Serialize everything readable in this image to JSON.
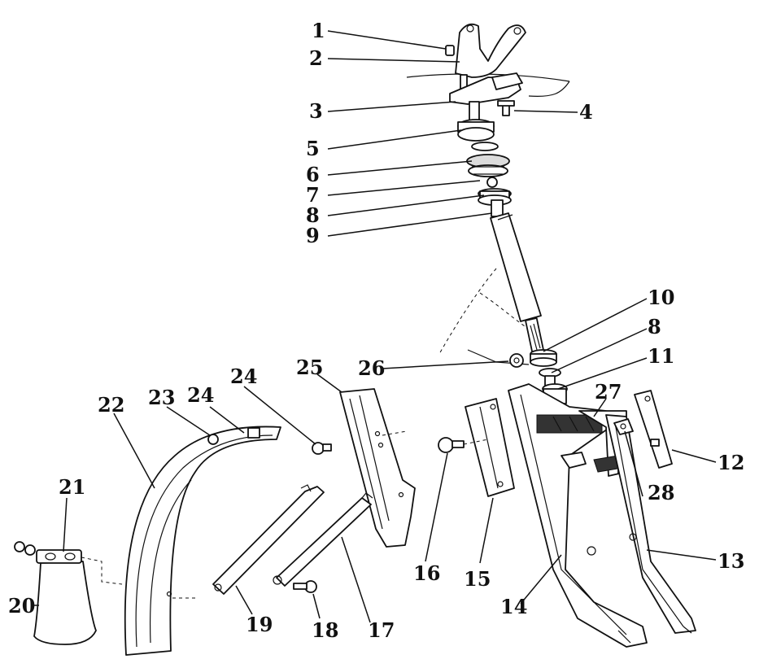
{
  "diagram": {
    "callouts": [
      {
        "id": "c1",
        "text": "1"
      },
      {
        "id": "c2",
        "text": "2"
      },
      {
        "id": "c3",
        "text": "3"
      },
      {
        "id": "c4",
        "text": "4"
      },
      {
        "id": "c5",
        "text": "5"
      },
      {
        "id": "c6",
        "text": "6"
      },
      {
        "id": "c7",
        "text": "7"
      },
      {
        "id": "c8a",
        "text": "8"
      },
      {
        "id": "c9",
        "text": "9"
      },
      {
        "id": "c10",
        "text": "10"
      },
      {
        "id": "c8b",
        "text": "8"
      },
      {
        "id": "c11",
        "text": "11"
      },
      {
        "id": "c12",
        "text": "12"
      },
      {
        "id": "c13",
        "text": "13"
      },
      {
        "id": "c14",
        "text": "14"
      },
      {
        "id": "c15",
        "text": "15"
      },
      {
        "id": "c16",
        "text": "16"
      },
      {
        "id": "c17",
        "text": "17"
      },
      {
        "id": "c18",
        "text": "18"
      },
      {
        "id": "c19",
        "text": "19"
      },
      {
        "id": "c20",
        "text": "20"
      },
      {
        "id": "c21",
        "text": "21"
      },
      {
        "id": "c22",
        "text": "22"
      },
      {
        "id": "c23",
        "text": "23"
      },
      {
        "id": "c24a",
        "text": "24"
      },
      {
        "id": "c24b",
        "text": "24"
      },
      {
        "id": "c25",
        "text": "25"
      },
      {
        "id": "c26",
        "text": "26"
      },
      {
        "id": "c27",
        "text": "27"
      },
      {
        "id": "c28",
        "text": "28"
      }
    ]
  }
}
